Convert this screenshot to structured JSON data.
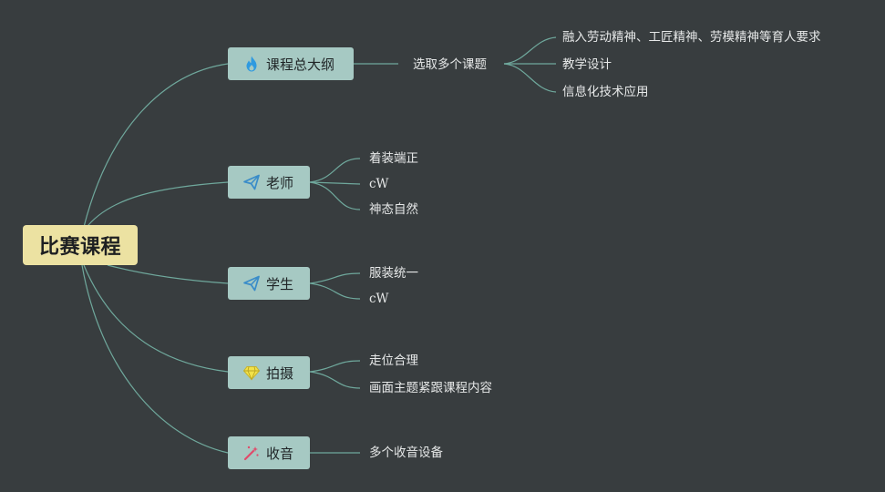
{
  "root": {
    "label": "比赛课程"
  },
  "branches": [
    {
      "label": "课程总大纲",
      "icon": "flame-icon",
      "children": [
        {
          "label": "选取多个课题",
          "children": [
            {
              "label": "融入劳动精神、工匠精神、劳模精神等育人要求"
            },
            {
              "label": "教学设计"
            },
            {
              "label": "信息化技术应用"
            }
          ]
        }
      ]
    },
    {
      "label": "老师",
      "icon": "paper-plane-icon",
      "children": [
        {
          "label": "着装端正"
        },
        {
          "label": "cW"
        },
        {
          "label": "神态自然"
        }
      ]
    },
    {
      "label": "学生",
      "icon": "paper-plane-icon",
      "children": [
        {
          "label": "服装统一"
        },
        {
          "label": "cW"
        }
      ]
    },
    {
      "label": "拍摄",
      "icon": "diamond-icon",
      "children": [
        {
          "label": "走位合理"
        },
        {
          "label": "画面主题紧跟课程内容"
        }
      ]
    },
    {
      "label": "收音",
      "icon": "magic-wand-icon",
      "children": [
        {
          "label": "多个收音设备"
        }
      ]
    }
  ],
  "colors": {
    "background": "#383d3f",
    "root": "#ece2a2",
    "branch": "#a6c9c3",
    "connector": "#6fa89c",
    "flame_icon": "#2f9ae0",
    "plane_icon": "#3a8cc9",
    "diamond_icon": "#f2e24a",
    "wand_icon": "#e04a6a"
  }
}
